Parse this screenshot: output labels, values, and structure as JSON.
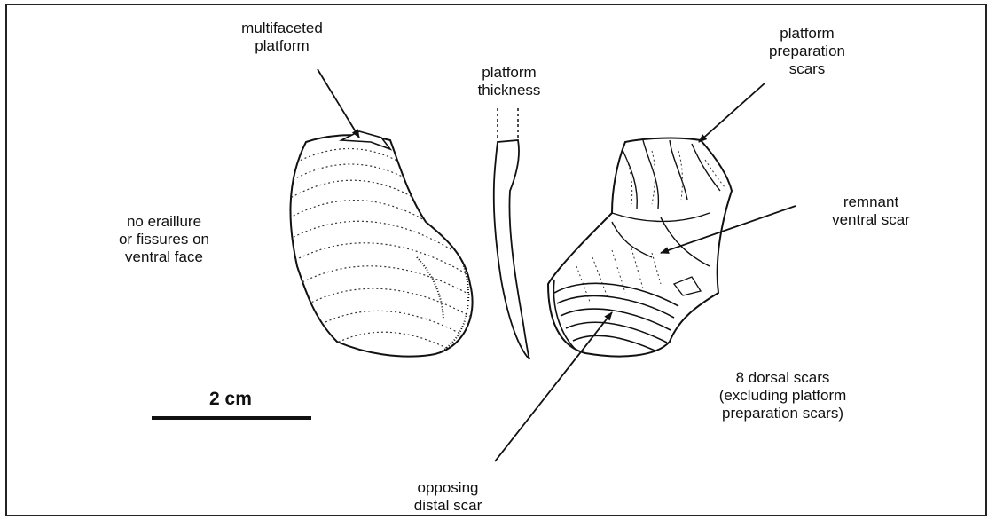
{
  "labels": {
    "multifaceted_platform": [
      "multifaceted",
      "platform"
    ],
    "platform_thickness": [
      "platform",
      "thickness"
    ],
    "platform_preparation_scars": [
      "platform",
      "preparation",
      "scars"
    ],
    "no_eraillure": [
      "no eraillure",
      "or fissures on",
      "ventral face"
    ],
    "remnant_ventral_scar": [
      "remnant",
      "ventral scar"
    ],
    "dorsal_scars": [
      "8 dorsal scars",
      "(excluding platform",
      "preparation scars)"
    ],
    "opposing_distal_scar": [
      "opposing",
      "distal scar"
    ]
  },
  "scale_bar": {
    "label": "2 cm"
  },
  "colors": {
    "ink": "#111111",
    "stipple": "#333333",
    "background": "#ffffff"
  }
}
